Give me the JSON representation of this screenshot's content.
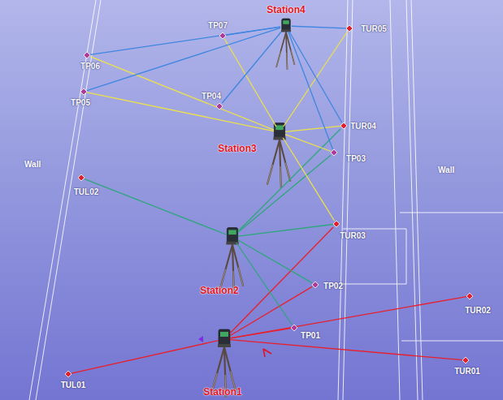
{
  "diagram": {
    "nodes": [
      {
        "text": [
          "Station4"
        ]
      },
      {
        "text": [
          "TP07"
        ]
      },
      {
        "text": [
          "TUR05"
        ]
      },
      {
        "text": [
          "TP06"
        ]
      },
      {
        "text": [
          "TP05"
        ]
      },
      {
        "text": [
          "TP04"
        ]
      },
      {
        "text": [
          "TUR04"
        ]
      },
      {
        "text": [
          "Station3"
        ]
      },
      {
        "text": [
          "TP03"
        ]
      },
      {
        "text": [
          "TUL02"
        ]
      },
      {
        "text": [
          "TUR03"
        ]
      },
      {
        "text": [
          "Station2"
        ]
      },
      {
        "text": [
          "TP02"
        ]
      },
      {
        "text": [
          "TUR02"
        ]
      },
      {
        "text": [
          "TP01"
        ]
      },
      {
        "text": [
          "Station1"
        ]
      },
      {
        "text": [
          "TUL01"
        ]
      },
      {
        "text": [
          "TUR01"
        ]
      }
    ],
    "edges": [
      {
        "from": 15,
        "to": 16,
        "arrow": "none"
      },
      {
        "from": 15,
        "to": 17,
        "arrow": "none"
      },
      {
        "from": 15,
        "to": 13,
        "arrow": "none"
      },
      {
        "from": 15,
        "to": 14,
        "arrow": "none"
      },
      {
        "from": 15,
        "to": 12,
        "arrow": "none"
      },
      {
        "from": 15,
        "to": 10,
        "arrow": "none"
      },
      {
        "from": 11,
        "to": 9,
        "arrow": "none"
      },
      {
        "from": 11,
        "to": 14,
        "arrow": "none"
      },
      {
        "from": 11,
        "to": 12,
        "arrow": "none"
      },
      {
        "from": 11,
        "to": 10,
        "arrow": "none"
      },
      {
        "from": 11,
        "to": 8,
        "arrow": "none"
      },
      {
        "from": 11,
        "to": 6,
        "arrow": "none"
      },
      {
        "from": 7,
        "to": 4,
        "arrow": "none"
      },
      {
        "from": 7,
        "to": 3,
        "arrow": "none"
      },
      {
        "from": 7,
        "to": 1,
        "arrow": "none"
      },
      {
        "from": 7,
        "to": 2,
        "arrow": "none"
      },
      {
        "from": 7,
        "to": 6,
        "arrow": "none"
      },
      {
        "from": 7,
        "to": 8,
        "arrow": "none"
      },
      {
        "from": 7,
        "to": 10,
        "arrow": "none"
      },
      {
        "from": 0,
        "to": 3,
        "arrow": "none"
      },
      {
        "from": 0,
        "to": 4,
        "arrow": "none"
      },
      {
        "from": 0,
        "to": 1,
        "arrow": "none"
      },
      {
        "from": 0,
        "to": 5,
        "arrow": "none"
      },
      {
        "from": 0,
        "to": 2,
        "arrow": "none"
      },
      {
        "from": 0,
        "to": 6,
        "arrow": "none"
      },
      {
        "from": 0,
        "to": 8,
        "arrow": "none"
      }
    ],
    "labels": [
      "Wall",
      "Wall"
    ]
  }
}
